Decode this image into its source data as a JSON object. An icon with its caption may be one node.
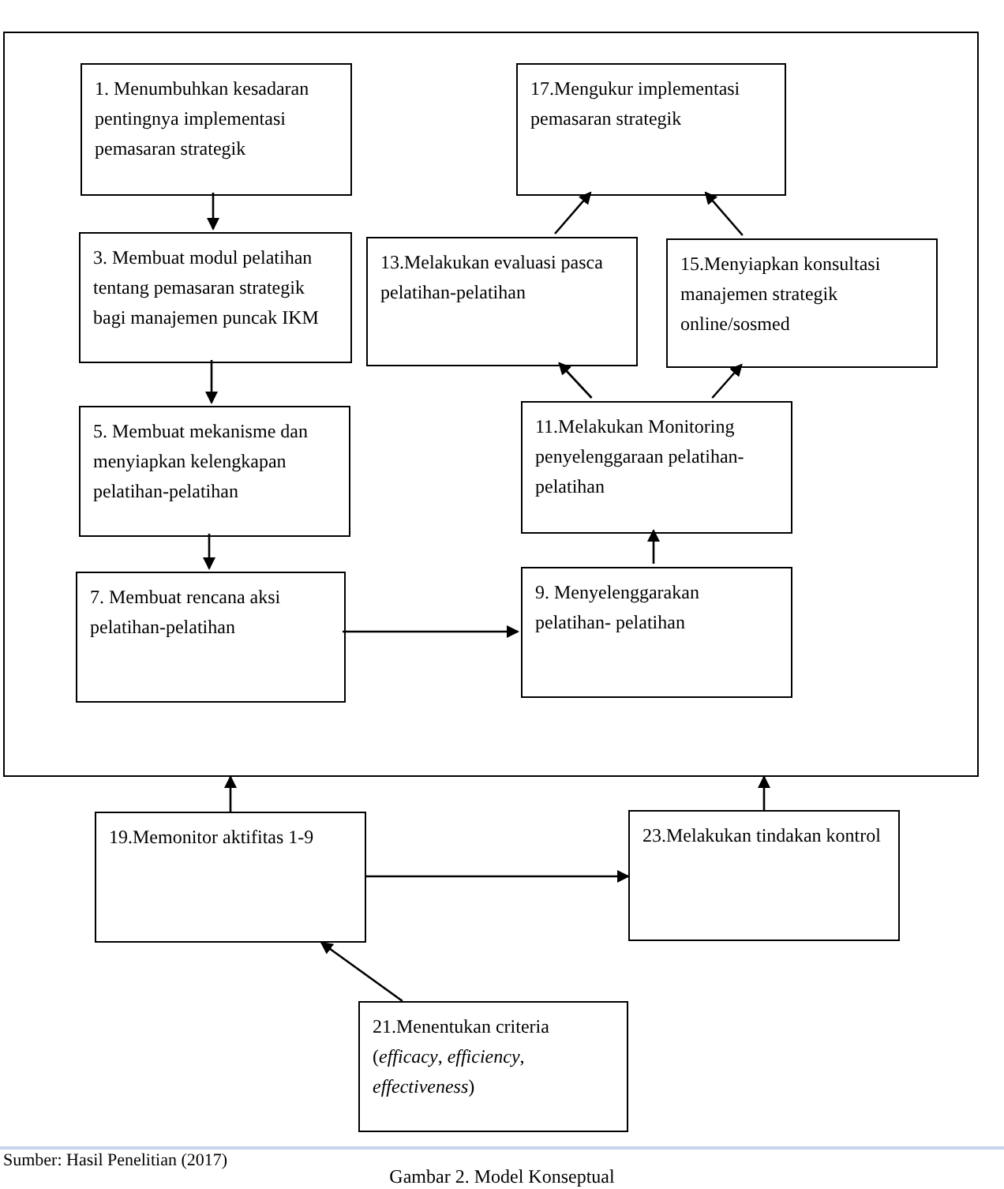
{
  "diagram": {
    "caption": "Gambar 2. Model Konseptual",
    "nodes": [
      {
        "text": [],
        "shape": "box"
      },
      {
        "text": [
          "1. Menumbuhkan kesadaran pentingnya implementasi pemasaran strategik"
        ],
        "in": 0
      },
      {
        "text": [
          "17.Mengukur implementasi pemasaran strategik"
        ],
        "in": 0
      },
      {
        "text": [
          "3. Membuat modul pelatihan tentang pemasaran strategik bagi manajemen puncak IKM"
        ],
        "in": 0
      },
      {
        "text": [
          "13.Melakukan evaluasi pasca pelatihan-pelatihan"
        ],
        "in": 0
      },
      {
        "text": [
          "15.Menyiapkan konsultasi manajemen strategik online/sosmed"
        ],
        "in": 0
      },
      {
        "text": [
          "5. Membuat mekanisme dan menyiapkan kelengkapan pelatihan-pelatihan"
        ],
        "in": 0
      },
      {
        "text": [
          "11.Melakukan Monitoring penyelenggaraan pelatihan-pelatihan"
        ],
        "in": 0
      },
      {
        "text": [
          "7. Membuat rencana aksi pelatihan-pelatihan"
        ],
        "in": 0
      },
      {
        "text": [
          "9. Menyelenggarakan pelatihan- pelatihan"
        ],
        "in": 0
      },
      {
        "text": [
          "19.Memonitor aktifitas 1-9"
        ]
      },
      {
        "text": [
          "23.Melakukan tindakan kontrol"
        ]
      },
      {
        "text": [
          "21.Menentukan criteria (*efficacy*, *efficiency*, *effectiveness*)"
        ]
      }
    ],
    "edges": [
      {
        "from": 1,
        "to": 3,
        "arrow": "to"
      },
      {
        "from": 3,
        "to": 6,
        "arrow": "to"
      },
      {
        "from": 6,
        "to": 8,
        "arrow": "to"
      },
      {
        "from": 8,
        "to": 9,
        "arrow": "to"
      },
      {
        "from": 9,
        "to": 7,
        "arrow": "to"
      },
      {
        "from": 7,
        "to": 4,
        "arrow": "to"
      },
      {
        "from": 7,
        "to": 5,
        "arrow": "to"
      },
      {
        "from": 4,
        "to": 2,
        "arrow": "to"
      },
      {
        "from": 5,
        "to": 2,
        "arrow": "to"
      },
      {
        "from": 10,
        "to": 0,
        "arrow": "to"
      },
      {
        "from": 11,
        "to": 0,
        "arrow": "to"
      },
      {
        "from": 10,
        "to": 11,
        "arrow": "to"
      },
      {
        "from": 12,
        "to": 10,
        "arrow": "to"
      }
    ],
    "labels": [
      "Sumber: Hasil Penelitian (2017)"
    ]
  }
}
